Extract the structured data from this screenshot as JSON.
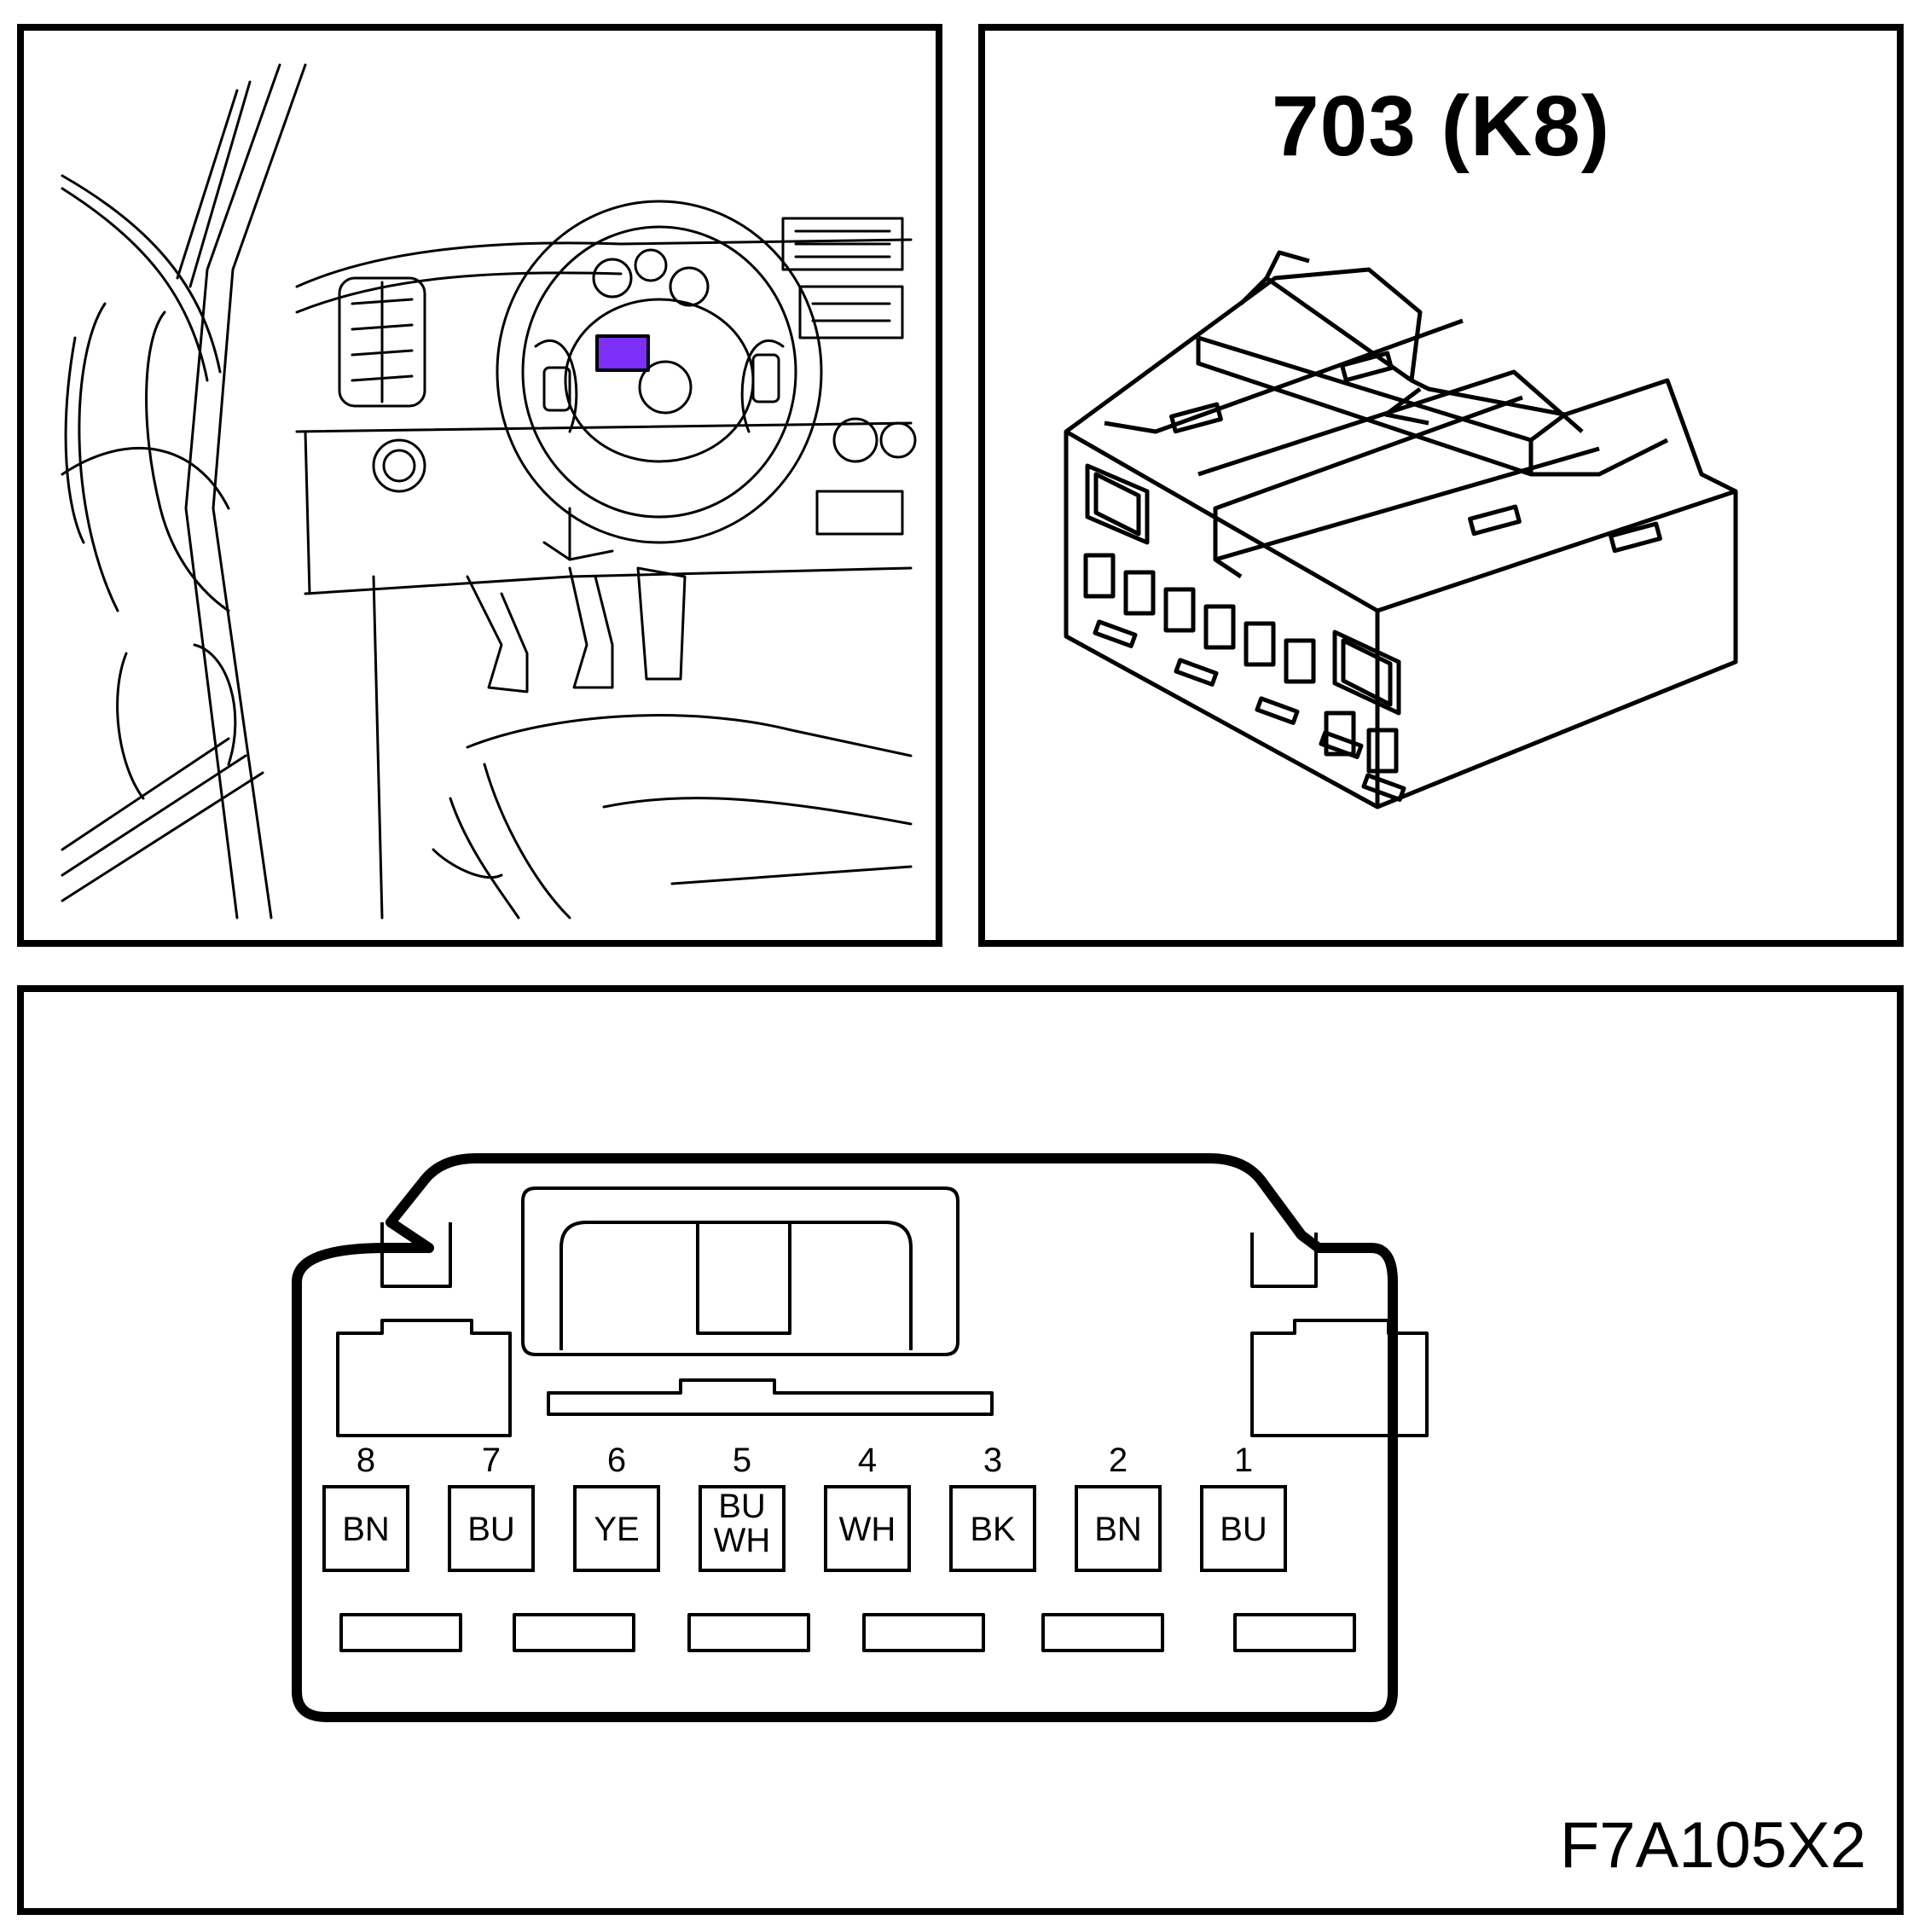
{
  "connector": {
    "title": "703 (K8)"
  },
  "pinout": {
    "pins": [
      {
        "number": "8",
        "color": "BN"
      },
      {
        "number": "7",
        "color": "BU"
      },
      {
        "number": "6",
        "color": "YE"
      },
      {
        "number": "5",
        "color": "BU\nWH"
      },
      {
        "number": "4",
        "color": "WH"
      },
      {
        "number": "3",
        "color": "BK"
      },
      {
        "number": "2",
        "color": "BN"
      },
      {
        "number": "1",
        "color": "BU"
      }
    ]
  },
  "figure_code": "F7A105X2",
  "colors": {
    "highlight": "#7b2ff7",
    "line": "#000000"
  }
}
